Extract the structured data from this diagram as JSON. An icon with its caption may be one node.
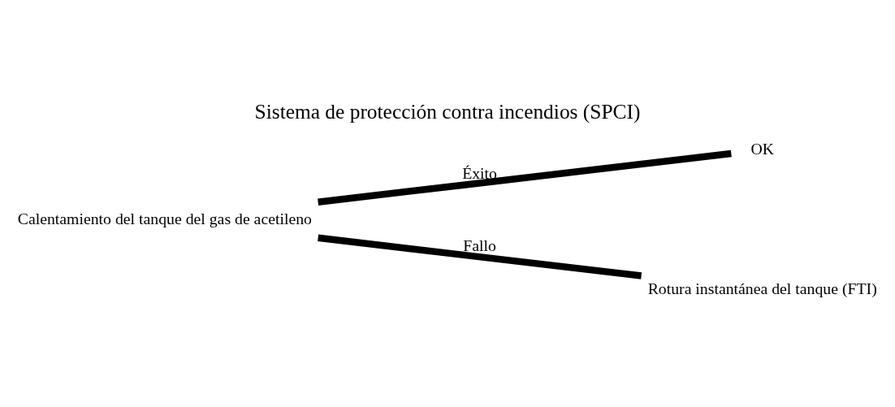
{
  "diagram": {
    "title": "Sistema de protección contra incendios (SPCI)",
    "nodes": [
      {
        "text": [
          "Calentamiento del tanque del gas de acetileno"
        ]
      },
      {
        "text": [
          "OK"
        ]
      },
      {
        "text": [
          "Rotura instantánea del tanque (FTI)"
        ]
      }
    ],
    "edges": [
      {
        "from": 0,
        "to": 1,
        "arrow": "none",
        "label": "Éxito"
      },
      {
        "from": 0,
        "to": 2,
        "arrow": "none",
        "label": "Fallo"
      }
    ]
  }
}
